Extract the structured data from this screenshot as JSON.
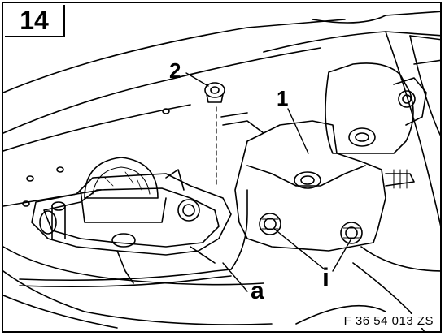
{
  "figure": {
    "step_number": "14",
    "figure_code": "F 36 54 013 ZS",
    "callouts": {
      "one": "1",
      "two": "2",
      "a": "a",
      "i": "i"
    },
    "colors": {
      "ink": "#000000",
      "paper": "#ffffff"
    }
  }
}
